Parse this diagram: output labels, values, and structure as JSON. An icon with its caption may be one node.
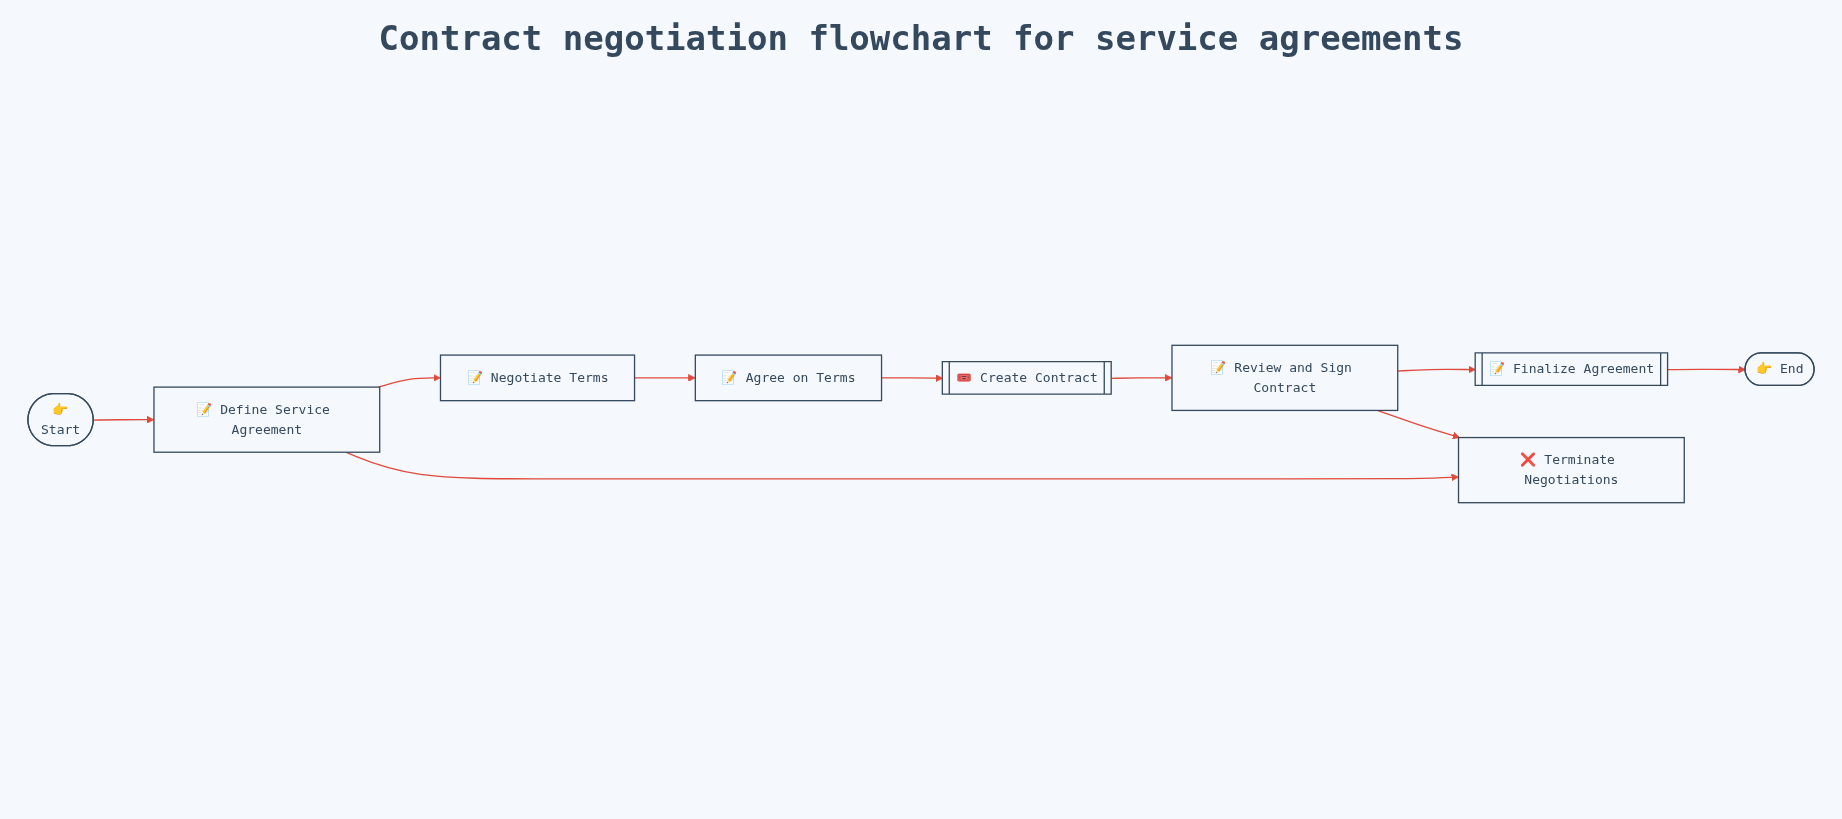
{
  "diagram": {
    "title": "Contract negotiation flowchart for service agreements",
    "nodes": [
      {
        "text": [
          "👉",
          "Start"
        ]
      },
      {
        "text": [
          "📝 Define Service Agreement"
        ]
      },
      {
        "text": [
          "📝 Negotiate Terms"
        ]
      },
      {
        "text": [
          "📝 Agree on Terms"
        ]
      },
      {
        "text": [
          "🎟️ Create Contract"
        ]
      },
      {
        "text": [
          "📝 Review and Sign Contract"
        ]
      },
      {
        "text": [
          "❌ Terminate Negotiations"
        ]
      },
      {
        "text": [
          "📝 Finalize Agreement"
        ]
      },
      {
        "text": [
          "👉 End"
        ]
      }
    ],
    "edges": [
      {
        "from": 0,
        "to": 1,
        "arrow": "to"
      },
      {
        "from": 1,
        "to": 2,
        "arrow": "to"
      },
      {
        "from": 2,
        "to": 3,
        "arrow": "to"
      },
      {
        "from": 3,
        "to": 4,
        "arrow": "to"
      },
      {
        "from": 4,
        "to": 5,
        "arrow": "to"
      },
      {
        "from": 5,
        "to": 7,
        "arrow": "to"
      },
      {
        "from": 5,
        "to": 6,
        "arrow": "to"
      },
      {
        "from": 1,
        "to": 6,
        "arrow": "to"
      },
      {
        "from": 7,
        "to": 8,
        "arrow": "to"
      }
    ]
  }
}
